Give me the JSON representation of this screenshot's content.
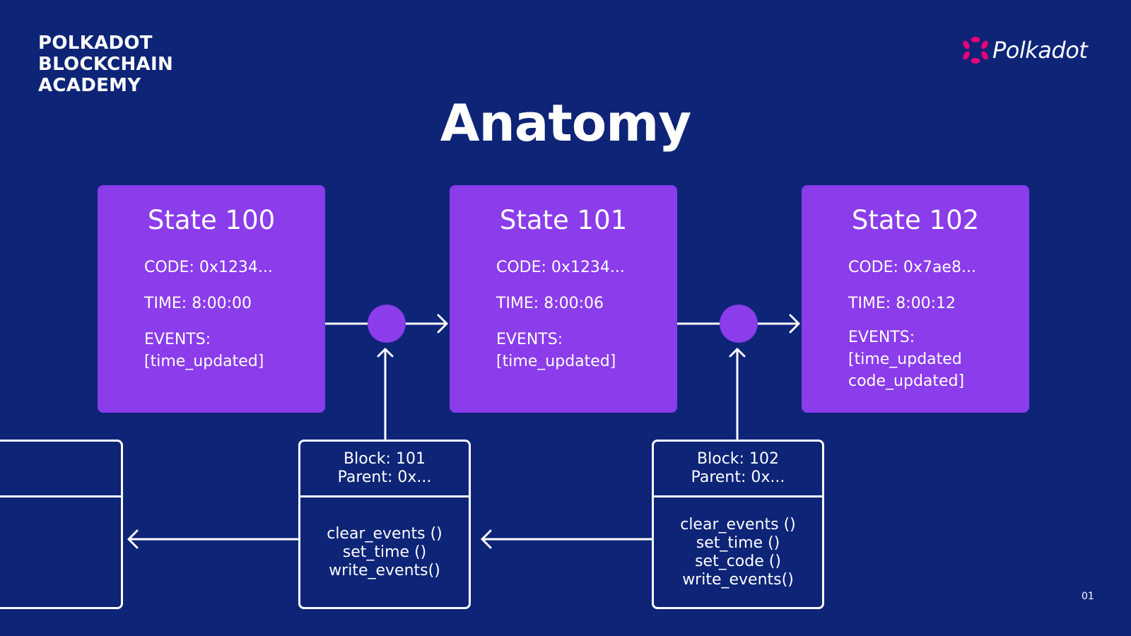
{
  "brand": {
    "academy_lines": [
      "POLKADOT",
      "BLOCKCHAIN",
      "ACADEMY"
    ],
    "logo_text": "Polkadot",
    "logo_color": "#e6007a"
  },
  "title": "Anatomy",
  "states": [
    {
      "title": "State 100",
      "code": "CODE: 0x1234...",
      "time": "TIME: 8:00:00",
      "events_label": "EVENTS:",
      "events_lines": [
        "[time_updated]"
      ]
    },
    {
      "title": "State 101",
      "code": "CODE: 0x1234...",
      "time": "TIME: 8:00:06",
      "events_label": "EVENTS:",
      "events_lines": [
        "[time_updated]"
      ]
    },
    {
      "title": "State 102",
      "code": "CODE: 0x7ae8...",
      "time": "TIME: 8:00:12",
      "events_label": "EVENTS:",
      "events_lines": [
        "[time_updated",
        "code_updated]"
      ]
    }
  ],
  "blocks": [
    {
      "block": "Block: 101",
      "parent": "Parent: 0x...",
      "calls": [
        "clear_events ()",
        "set_time ()",
        "write_events()"
      ]
    },
    {
      "block": "Block: 102",
      "parent": "Parent: 0x...",
      "calls": [
        "clear_events ()",
        "set_time ()",
        "set_code ()",
        "write_events()"
      ]
    }
  ],
  "page_number": "01",
  "colors": {
    "background": "#0d2477",
    "state_fill": "#8b3ceb",
    "node_fill": "#8b3ceb",
    "line": "#ffffff"
  }
}
